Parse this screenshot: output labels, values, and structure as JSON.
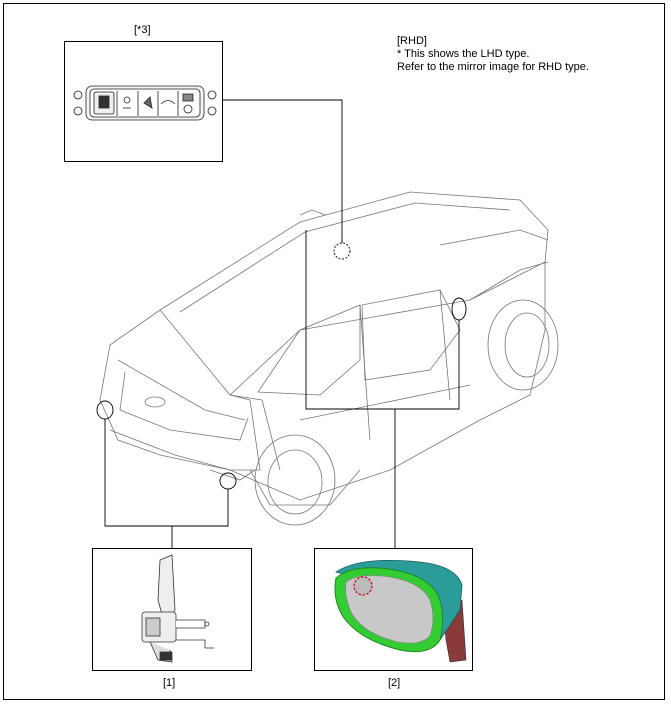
{
  "note": {
    "line1": "[RHD]",
    "line2": "* This shows the LHD type.",
    "line3": "Refer to the mirror image for RHD type."
  },
  "callouts": {
    "top_left": "[*3]",
    "bottom_left": "[1]",
    "bottom_right": "[2]"
  },
  "colors": {
    "mirror_frame": "#33cc33",
    "mirror_housing": "#2a9d9a",
    "mirror_glass": "#c8c8c8",
    "highlight_circle": "#d0021b",
    "mount_bracket": "#8b3a3a"
  }
}
